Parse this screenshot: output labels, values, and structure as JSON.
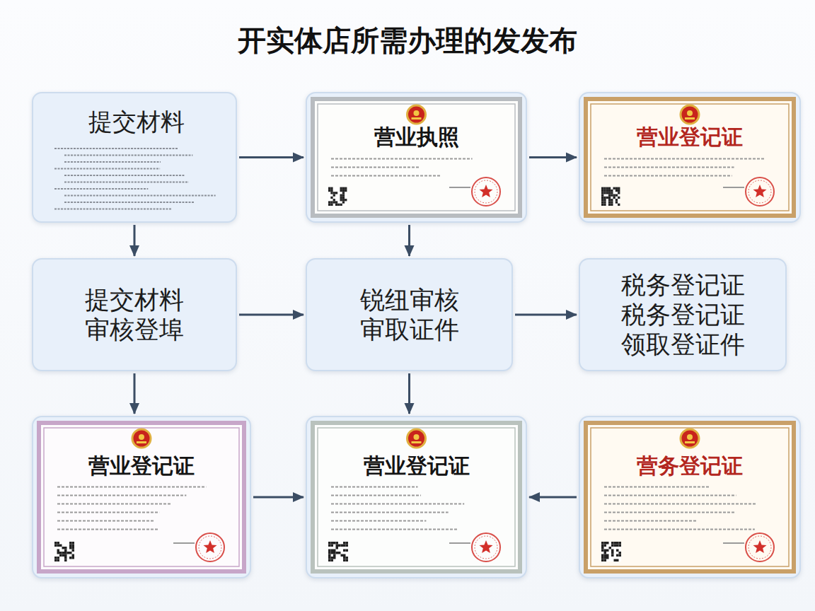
{
  "diagram": {
    "title": "开实体店所需办理的发发布",
    "nodes": [
      {
        "text": [
          "提交材料"
        ]
      },
      {
        "text": [
          "营业执照"
        ]
      },
      {
        "text": [
          "营业登记证"
        ]
      },
      {
        "text": [
          "提交材料 审核登埠"
        ]
      },
      {
        "text": [
          "锐纽审核 审取证件"
        ]
      },
      {
        "text": [
          "税务登记证 税务登记证 领取登证件"
        ]
      },
      {
        "text": [
          "营业登记证"
        ]
      },
      {
        "text": [
          "营业登记证"
        ]
      },
      {
        "text": [
          "营务登记证"
        ]
      }
    ],
    "edges": [
      {
        "from": 0,
        "to": 1,
        "arrow": "to"
      },
      {
        "from": 1,
        "to": 2,
        "arrow": "to"
      },
      {
        "from": 0,
        "to": 3,
        "arrow": "to"
      },
      {
        "from": 1,
        "to": 4,
        "arrow": "to"
      },
      {
        "from": 3,
        "to": 4,
        "arrow": "to"
      },
      {
        "from": 4,
        "to": 5,
        "arrow": "to"
      },
      {
        "from": 3,
        "to": 6,
        "arrow": "to"
      },
      {
        "from": 4,
        "to": 7,
        "arrow": "to"
      },
      {
        "from": 6,
        "to": 7,
        "arrow": "to"
      },
      {
        "from": 8,
        "to": 7,
        "arrow": "to"
      }
    ]
  }
}
